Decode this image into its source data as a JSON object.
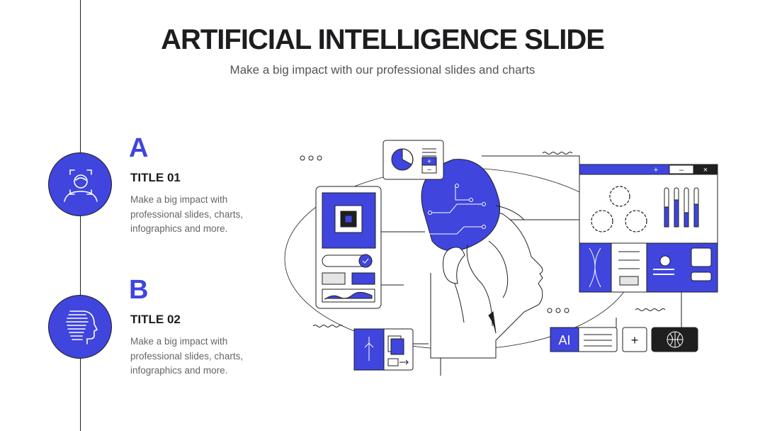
{
  "slide": {
    "title": "ARTIFICIAL INTELLIGENCE SLIDE",
    "subtitle": "Make a big impact with our professional slides and charts"
  },
  "items": [
    {
      "letter": "A",
      "title": "TITLE 01",
      "description": "Make a big impact with professional slides, charts, infographics and more.",
      "icon": "face-scan-icon"
    },
    {
      "letter": "B",
      "title": "TITLE 02",
      "description": "Make a big impact with professional slides, charts, infographics and more.",
      "icon": "ai-head-icon"
    }
  ],
  "illustration": {
    "ai_label": "AI",
    "plus_label": "+",
    "window_controls": [
      "+",
      "–",
      "×"
    ],
    "panel_plus_minus": [
      "+",
      "–"
    ]
  },
  "colors": {
    "accent": "#3f45dd",
    "text_dark": "#1d1d1f",
    "text_muted": "#666666",
    "dark_button": "#1f1f1f"
  }
}
